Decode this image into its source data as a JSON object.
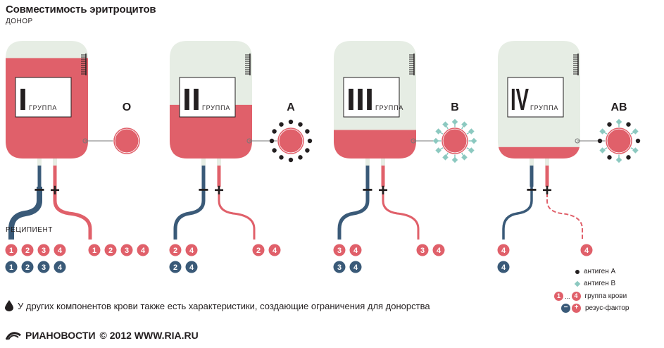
{
  "title": "Совместимость эритроцитов",
  "donor_label": "ДОНОР",
  "recipient_label": "РЕЦИПИЕНТ",
  "colors": {
    "red": "#e0606a",
    "blue": "#3a5a78",
    "bag": "#e6ede4",
    "teal": "#8cc9c0",
    "dark": "#231f20"
  },
  "groups": [
    {
      "roman": "I",
      "word": "ГРУППА",
      "antigen": "O",
      "antigen_type": "none",
      "fill": 0.88,
      "recipients_pos": [
        "1",
        "2",
        "3",
        "4"
      ],
      "recipients_neg": [
        "1",
        "2",
        "3",
        "4"
      ],
      "donors_pos": [
        "1",
        "2",
        "3",
        "4"
      ]
    },
    {
      "roman": "II",
      "word": "ГРУППА",
      "antigen": "A",
      "antigen_type": "A",
      "fill": 0.47,
      "recipients_pos": [
        "2",
        "4"
      ],
      "recipients_neg": [
        "2",
        "4"
      ],
      "donors_pos": [
        "2",
        "4"
      ]
    },
    {
      "roman": "III",
      "word": "ГРУППА",
      "antigen": "B",
      "antigen_type": "B",
      "fill": 0.25,
      "recipients_pos": [
        "3",
        "4"
      ],
      "recipients_neg": [
        "3",
        "4"
      ],
      "donors_pos": [
        "3",
        "4"
      ]
    },
    {
      "roman": "IV",
      "word": "ГРУППА",
      "antigen": "AB",
      "antigen_type": "AB",
      "fill": 0.1,
      "recipients_pos": [
        "4"
      ],
      "recipients_neg": [
        "4"
      ],
      "donors_pos": [
        "4"
      ]
    }
  ],
  "legend": {
    "antigen_a": "антиген А",
    "antigen_b": "антиген В",
    "blood_group": "группа крови",
    "rh": "резус-фактор",
    "group_first": "1",
    "group_last": "4",
    "ellipsis": "...",
    "rh_neg": "−",
    "rh_pos": "+"
  },
  "footnote": "У других компонентов крови также есть характеристики, создающие ограничения для донорства",
  "logo": {
    "name": "РИАНОВОСТИ",
    "copyright": "© 2012 WWW.RIA.RU"
  }
}
